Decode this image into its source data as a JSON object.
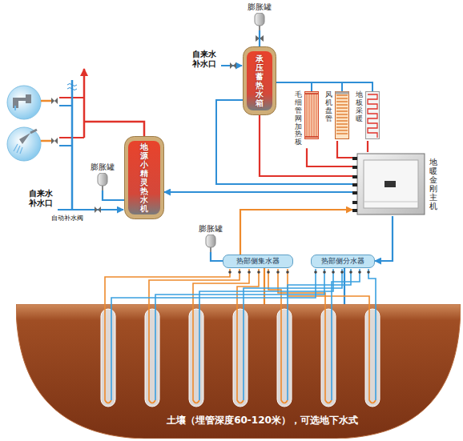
{
  "diagram": {
    "nodes": [
      {
        "text": [
          "膨胀罐"
        ]
      },
      {
        "text": [
          "承压蓄热水箱"
        ]
      },
      {
        "text": [
          "毛细管网加热板"
        ]
      },
      {
        "text": [
          "风机盘管"
        ]
      },
      {
        "text": [
          "地板采暖"
        ]
      },
      {
        "text": [
          "地暖金刚主机"
        ]
      },
      {
        "text": [
          "地源小精灵热水机"
        ]
      },
      {
        "text": [
          "膨胀罐"
        ]
      },
      {
        "text": [
          "膨胀罐"
        ]
      },
      {
        "text": [
          "热部侧集水器"
        ]
      },
      {
        "text": [
          "热部侧分水器"
        ]
      },
      {
        "text": [
          "土壤（埋管深度60-120米），可选地下水式"
        ]
      }
    ],
    "edges": [
      {
        "from": 0,
        "to": 1,
        "arrow": "none"
      },
      {
        "from": 1,
        "to": 5,
        "arrow": "none"
      },
      {
        "from": 2,
        "to": 5,
        "arrow": "none"
      },
      {
        "from": 3,
        "to": 5,
        "arrow": "none"
      },
      {
        "from": 4,
        "to": 5,
        "arrow": "none"
      },
      {
        "from": 5,
        "to": 6,
        "arrow": "to"
      },
      {
        "from": 7,
        "to": 6,
        "arrow": "none"
      },
      {
        "from": 9,
        "to": 5,
        "arrow": "to"
      },
      {
        "from": 5,
        "to": 10,
        "arrow": "to"
      },
      {
        "from": 8,
        "to": 9,
        "arrow": "none"
      },
      {
        "from": 9,
        "to": 11,
        "arrow": "none"
      },
      {
        "from": 10,
        "to": 11,
        "arrow": "none"
      }
    ],
    "labels": [
      "自来水 补水口",
      "自来水 补水口",
      "自动补水阀"
    ]
  }
}
